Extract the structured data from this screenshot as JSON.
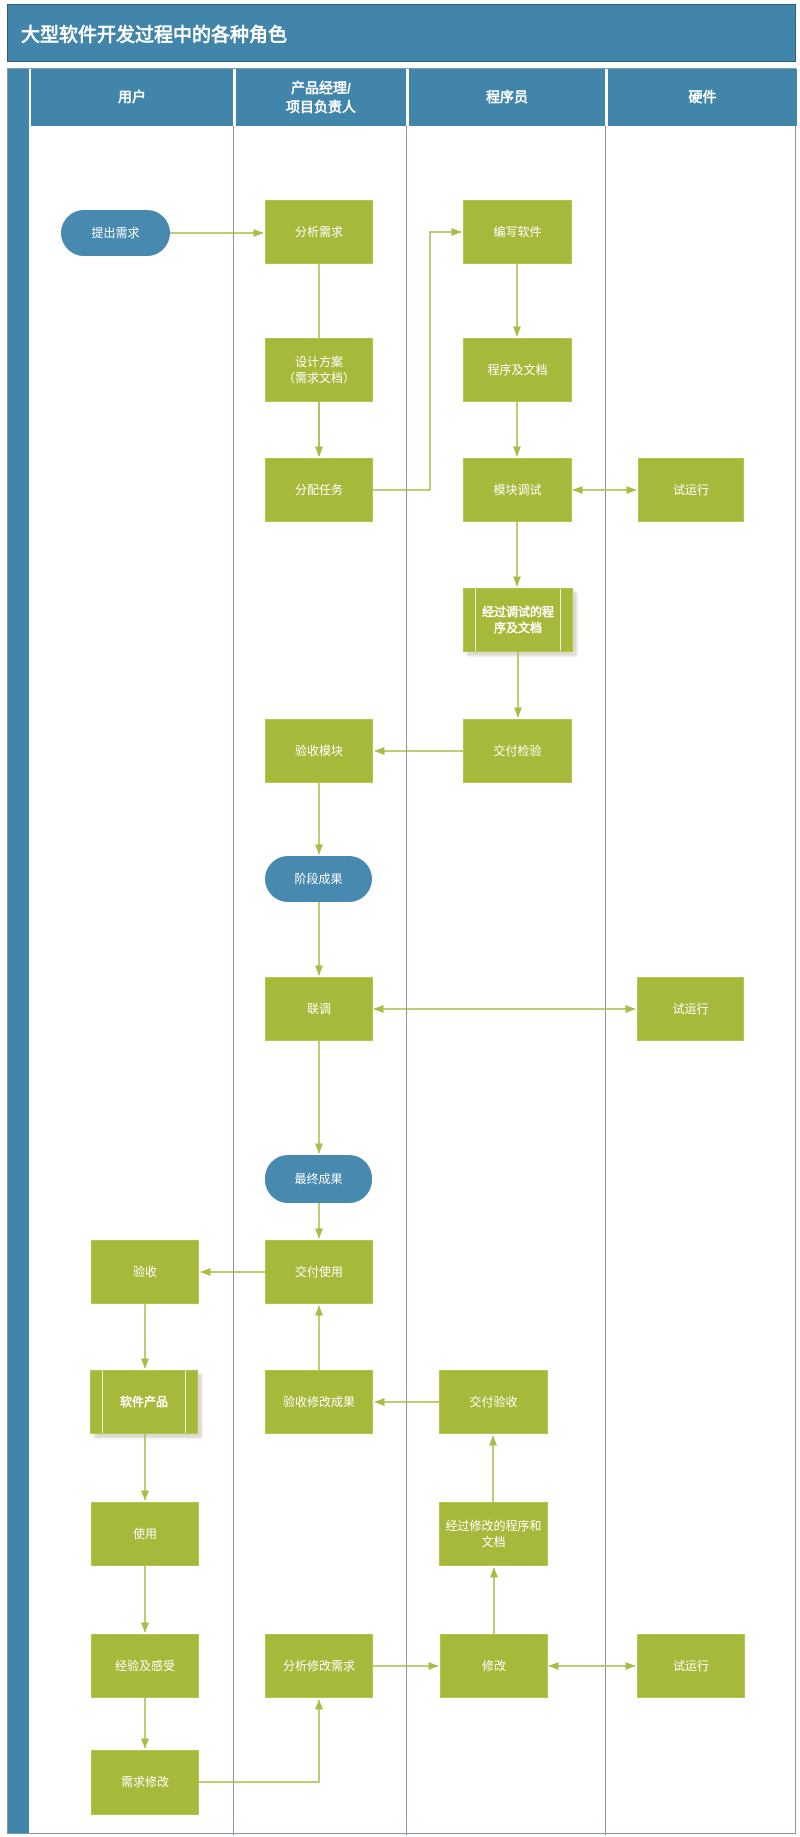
{
  "title": "大型软件开发过程中的各种角色",
  "lanes": [
    {
      "label": "用户"
    },
    {
      "label": "产品经理/\n项目负责人"
    },
    {
      "label": "程序员"
    },
    {
      "label": "硬件"
    }
  ],
  "nodes": [
    {
      "label": "提出需求",
      "shape": "terminator",
      "lane": "用户"
    },
    {
      "label": "分析需求",
      "shape": "process",
      "lane": "产品经理/项目负责人"
    },
    {
      "label": "编写软件",
      "shape": "process",
      "lane": "程序员"
    },
    {
      "label": "设计方案\n（需求文档）",
      "shape": "process",
      "lane": "产品经理/项目负责人"
    },
    {
      "label": "程序及文档",
      "shape": "process",
      "lane": "程序员"
    },
    {
      "label": "分配任务",
      "shape": "process",
      "lane": "产品经理/项目负责人"
    },
    {
      "label": "模块调试",
      "shape": "process",
      "lane": "程序员"
    },
    {
      "label": "试运行",
      "shape": "process",
      "lane": "硬件"
    },
    {
      "label": "经过调试的程\n序及文档",
      "shape": "predefined-process",
      "lane": "程序员"
    },
    {
      "label": "交付检验",
      "shape": "process",
      "lane": "程序员"
    },
    {
      "label": "验收模块",
      "shape": "process",
      "lane": "产品经理/项目负责人"
    },
    {
      "label": "阶段成果",
      "shape": "terminator",
      "lane": "产品经理/项目负责人"
    },
    {
      "label": "联调",
      "shape": "process",
      "lane": "产品经理/项目负责人"
    },
    {
      "label": "试运行",
      "shape": "process",
      "lane": "硬件"
    },
    {
      "label": "最终成果",
      "shape": "terminator",
      "lane": "产品经理/项目负责人"
    },
    {
      "label": "交付使用",
      "shape": "process",
      "lane": "产品经理/项目负责人"
    },
    {
      "label": "验收",
      "shape": "process",
      "lane": "用户"
    },
    {
      "label": "软件产品",
      "shape": "predefined-process",
      "lane": "用户"
    },
    {
      "label": "验收修改成果",
      "shape": "process",
      "lane": "产品经理/项目负责人"
    },
    {
      "label": "交付验收",
      "shape": "process",
      "lane": "程序员"
    },
    {
      "label": "使用",
      "shape": "process",
      "lane": "用户"
    },
    {
      "label": "经过修改的程序和\n文档",
      "shape": "process",
      "lane": "程序员"
    },
    {
      "label": "经验及感受",
      "shape": "process",
      "lane": "用户"
    },
    {
      "label": "分析修改需求",
      "shape": "process",
      "lane": "产品经理/项目负责人"
    },
    {
      "label": "修改",
      "shape": "process",
      "lane": "程序员"
    },
    {
      "label": "试运行",
      "shape": "process",
      "lane": "硬件"
    },
    {
      "label": "需求修改",
      "shape": "process",
      "lane": "用户"
    }
  ],
  "colors": {
    "header_blue": "#4285ab",
    "terminator_blue": "#4789af",
    "process_green": "#a6b93a",
    "connector_green": "#a9bc45",
    "lane_border": "#7f99a9",
    "text": "#ffffff"
  }
}
